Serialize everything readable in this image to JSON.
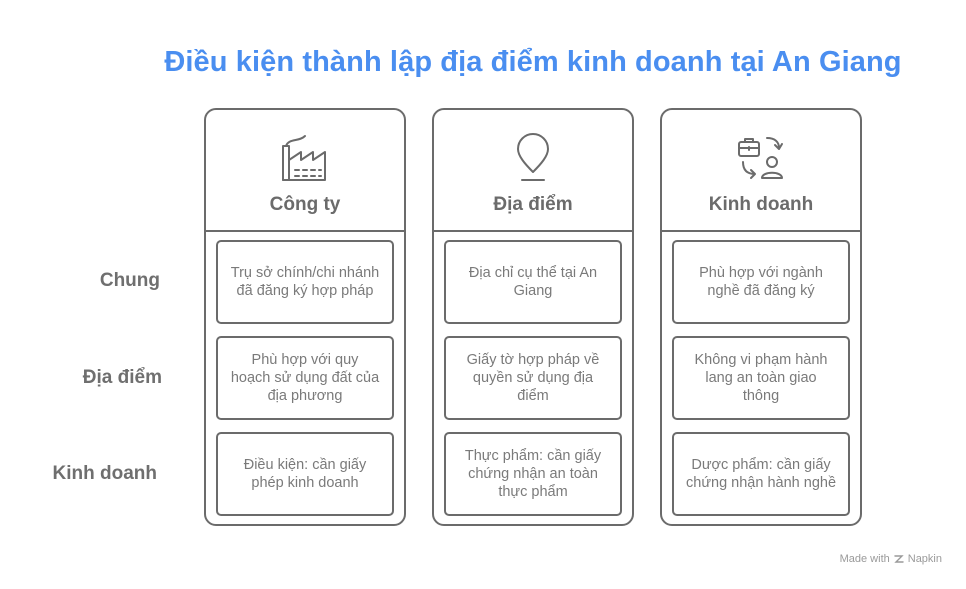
{
  "title": "Điều kiện thành lập địa điểm kinh doanh tại An Giang",
  "rows": [
    "Chung",
    "Địa điểm",
    "Kinh doanh"
  ],
  "columns": [
    {
      "title": "Công ty",
      "icon": "factory-icon",
      "cells": [
        "Trụ sở chính/chi nhánh đã đăng ký hợp pháp",
        "Phù hợp với quy hoạch sử dụng đất của địa phương",
        "Điều kiện: cần giấy phép kinh doanh"
      ]
    },
    {
      "title": "Địa điểm",
      "icon": "location-pin-icon",
      "cells": [
        "Địa chỉ cụ thể tại An Giang",
        "Giấy tờ hợp pháp về quyền sử dụng địa điểm",
        "Thực phẩm: cần giấy chứng nhận an toàn thực phẩm"
      ]
    },
    {
      "title": "Kinh doanh",
      "icon": "business-person-exchange-icon",
      "cells": [
        "Phù hợp với ngành nghề đã đăng ký",
        "Không vi phạm hành lang an toàn giao thông",
        "Dược phẩm: cần giấy chứng nhận hành nghề"
      ]
    }
  ],
  "footer": {
    "made_with": "Made with",
    "brand": "Napkin"
  },
  "colors": {
    "title": "#4a8ef0",
    "stroke": "#6b6b6b",
    "text": "#7a7a7a"
  }
}
